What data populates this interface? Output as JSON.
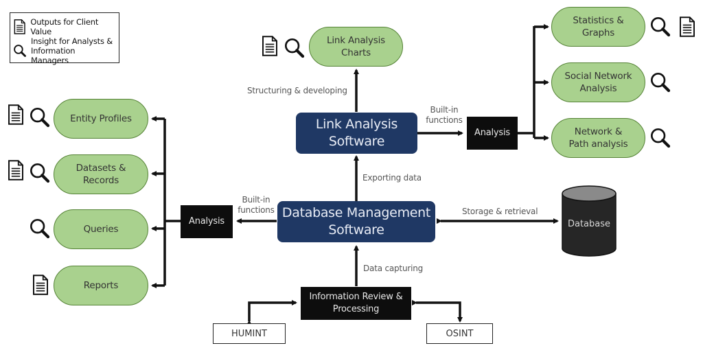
{
  "legend": {
    "items": [
      {
        "icon": "document-icon",
        "label": "Outputs for Client Value"
      },
      {
        "icon": "magnifier-icon",
        "label": "Insight for Analysts & Information Managers"
      }
    ]
  },
  "nodes": {
    "link_analysis_charts": {
      "label": "Link Analysis Charts",
      "icons": [
        "document-icon",
        "magnifier-icon"
      ]
    },
    "link_analysis_software": {
      "label": "Link Analysis Software"
    },
    "analysis_right": {
      "label": "Analysis"
    },
    "statistics_graphs": {
      "label": "Statistics & Graphs",
      "icons": [
        "magnifier-icon",
        "document-icon"
      ]
    },
    "social_network_analysis": {
      "label": "Social Network Analysis",
      "icons": [
        "magnifier-icon"
      ]
    },
    "network_path_analysis": {
      "label": "Network & Path analysis",
      "icons": [
        "magnifier-icon"
      ]
    },
    "database_management_software": {
      "label": "Database Management Software"
    },
    "database": {
      "label": "Database"
    },
    "analysis_left": {
      "label": "Analysis"
    },
    "entity_profiles": {
      "label": "Entity Profiles",
      "icons": [
        "document-icon",
        "magnifier-icon"
      ]
    },
    "datasets_records": {
      "label": "Datasets & Records",
      "icons": [
        "document-icon",
        "magnifier-icon"
      ]
    },
    "queries": {
      "label": "Queries",
      "icons": [
        "magnifier-icon"
      ]
    },
    "reports": {
      "label": "Reports",
      "icons": [
        "document-icon"
      ]
    },
    "info_review": {
      "label": "Information Review & Processing"
    },
    "humint": {
      "label": "HUMINT"
    },
    "osint": {
      "label": "OSINT"
    }
  },
  "edge_labels": {
    "structuring": "Structuring & developing",
    "builtin_right_1": "Built-in",
    "builtin_right_2": "functions",
    "exporting": "Exporting data",
    "builtin_left_1": "Built-in",
    "builtin_left_2": "functions",
    "storage": "Storage & retrieval",
    "capturing": "Data capturing"
  },
  "colors": {
    "pill_fill": "#a9d18e",
    "pill_border": "#548235",
    "software_fill": "#1f3864",
    "analysis_fill": "#0d0d0d"
  }
}
